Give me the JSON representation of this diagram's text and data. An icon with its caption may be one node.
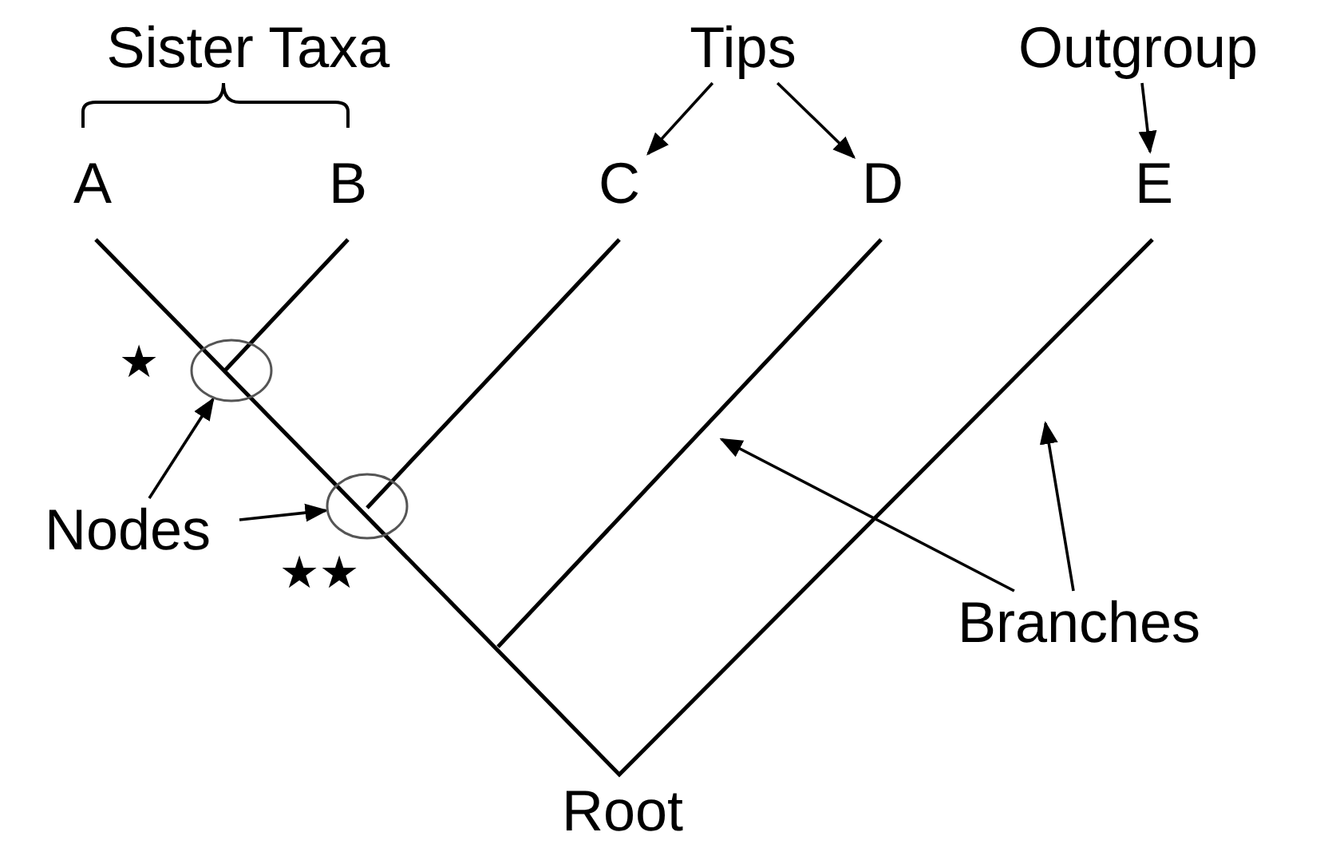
{
  "diagram": {
    "nodes": [
      {
        "text": [
          "Tips"
        ]
      },
      {
        "text": [
          "Outgroup"
        ]
      },
      {
        "text": [
          "C"
        ]
      },
      {
        "text": [
          "D"
        ]
      },
      {
        "text": [
          "E"
        ]
      },
      {
        "text": [],
        "shape": "circle"
      },
      {
        "text": [],
        "shape": "circle"
      },
      {
        "text": [
          "Nodes"
        ]
      },
      {
        "text": [
          "Branches"
        ]
      }
    ],
    "edges": [
      {
        "from": 0,
        "to": 2,
        "arrow": "to"
      },
      {
        "from": 0,
        "to": 3,
        "arrow": "to"
      },
      {
        "from": 1,
        "to": 4,
        "arrow": "to"
      },
      {
        "from": 7,
        "to": 5,
        "arrow": "to"
      },
      {
        "from": 7,
        "to": 6,
        "arrow": "to"
      },
      {
        "from": 8,
        "to": null,
        "arrow": "to"
      },
      {
        "from": 8,
        "to": null,
        "arrow": "to"
      }
    ],
    "labels": [
      "Sister Taxa",
      "A",
      "B",
      "★",
      "★★",
      "Root"
    ]
  }
}
